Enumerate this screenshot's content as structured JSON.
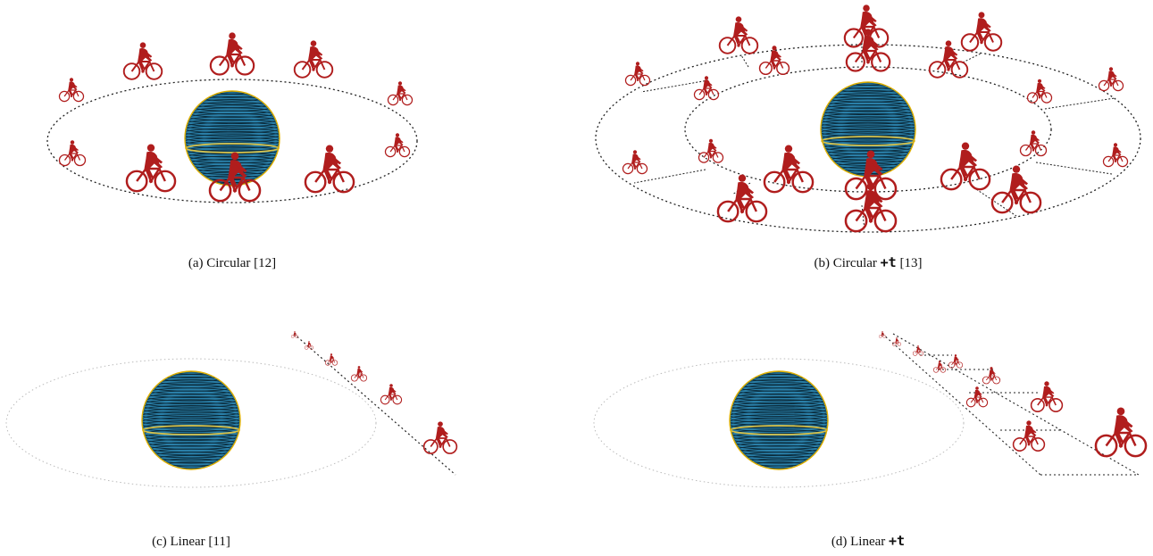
{
  "panels": [
    {
      "id": "a",
      "caption_prefix": "(a) Circular ",
      "caption_math": "",
      "caption_ref": "[12]"
    },
    {
      "id": "b",
      "caption_prefix": "(b) Circular ",
      "caption_math": "+t",
      "caption_ref": " [13]"
    },
    {
      "id": "c",
      "caption_prefix": "(c) Linear ",
      "caption_math": "",
      "caption_ref": "[11]"
    },
    {
      "id": "d",
      "caption_prefix": "(d) Linear ",
      "caption_math": "+t",
      "caption_ref": ""
    }
  ],
  "colors": {
    "cyclist": "#b01d1d",
    "sphere": "#2a7fa8",
    "sphere_lines": "#0a2a3a",
    "equator": "#d8c24a",
    "sphere_outline": "#e0b000",
    "orbit": "#222222",
    "faint_orbit": "#bbbbbb"
  }
}
